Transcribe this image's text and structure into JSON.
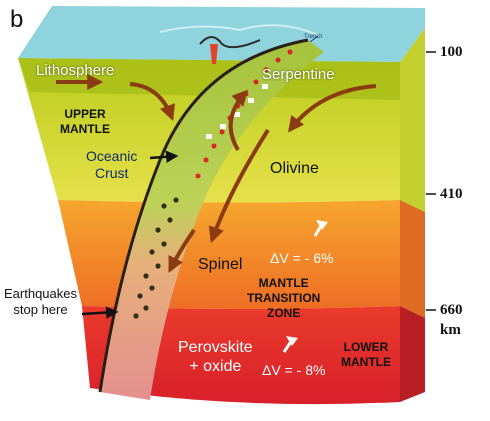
{
  "panel_label": "b",
  "labels": {
    "trench": "Trench",
    "lithosphere": "Lithosphere",
    "serpentine": "Serpentine",
    "upper_mantle": [
      "UPPER",
      "MANTLE"
    ],
    "oceanic_crust": [
      "Oceanic",
      "Crust"
    ],
    "olivine": "Olivine",
    "spinel": "Spinel",
    "delta_v_410": "ΔV = - 6%",
    "mantle_transition_zone": [
      "MANTLE",
      "TRANSITION",
      "ZONE"
    ],
    "earthquakes": [
      "Earthquakes",
      "stop here"
    ],
    "perovskite": [
      "Perovskite",
      "+ oxide"
    ],
    "delta_v_660": "ΔV = - 8%",
    "lower_mantle": [
      "LOWER",
      "MANTLE"
    ]
  },
  "depth_scale": {
    "ticks": [
      "100",
      "410",
      "660"
    ],
    "unit": "km"
  },
  "colors": {
    "ocean": "#8fd3dc",
    "lithosphere": "#a6bf1a",
    "upper_mantle": "#d2dd22",
    "transition_zone": "#f08a26",
    "lower_mantle": "#e3262c",
    "slab": "#b8cf4a",
    "slab_lower": "#e59a8a",
    "earthquake_dot": "#2f2f1a",
    "flow_arrow": "#8a3b12"
  }
}
